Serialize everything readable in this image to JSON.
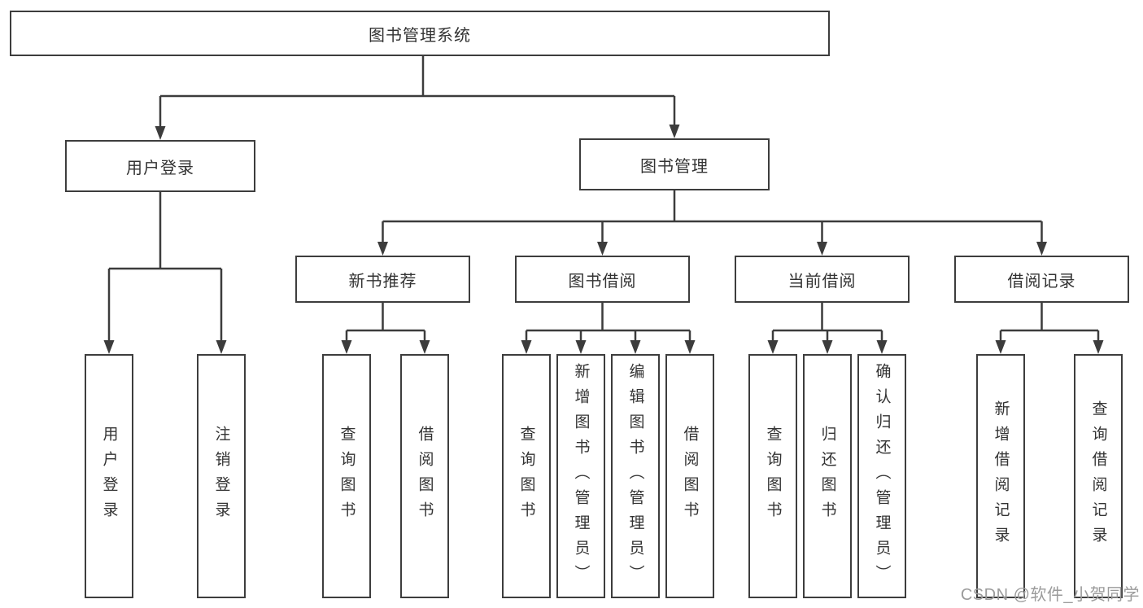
{
  "colors": {
    "line": "#3c3c3c",
    "box_border": "#3d3d3d",
    "text": "#333333",
    "background": "#ffffff",
    "watermark_text": "#9b9b9b"
  },
  "watermark": "CSDN @软件_小贺同学",
  "diagram": {
    "root": {
      "label": "图书管理系统"
    },
    "level2": [
      {
        "label": "用户登录"
      },
      {
        "label": "图书管理"
      }
    ],
    "level3": [
      {
        "label": "新书推荐",
        "parent": "图书管理"
      },
      {
        "label": "图书借阅",
        "parent": "图书管理"
      },
      {
        "label": "当前借阅",
        "parent": "图书管理"
      },
      {
        "label": "借阅记录",
        "parent": "图书管理"
      }
    ],
    "leaves": [
      {
        "label": "用户登录",
        "parent": "用户登录"
      },
      {
        "label": "注销登录",
        "parent": "用户登录"
      },
      {
        "label": "查询图书",
        "parent": "新书推荐"
      },
      {
        "label": "借阅图书",
        "parent": "新书推荐"
      },
      {
        "label": "查询图书",
        "parent": "图书借阅"
      },
      {
        "label": "新增图书（管理员）",
        "parent": "图书借阅"
      },
      {
        "label": "编辑图书（管理员）",
        "parent": "图书借阅"
      },
      {
        "label": "借阅图书",
        "parent": "图书借阅"
      },
      {
        "label": "查询图书",
        "parent": "当前借阅"
      },
      {
        "label": "归还图书",
        "parent": "当前借阅"
      },
      {
        "label": "确认归还（管理员）",
        "parent": "当前借阅"
      },
      {
        "label": "新增借阅记录",
        "parent": "借阅记录"
      },
      {
        "label": "查询借阅记录",
        "parent": "借阅记录"
      }
    ]
  }
}
